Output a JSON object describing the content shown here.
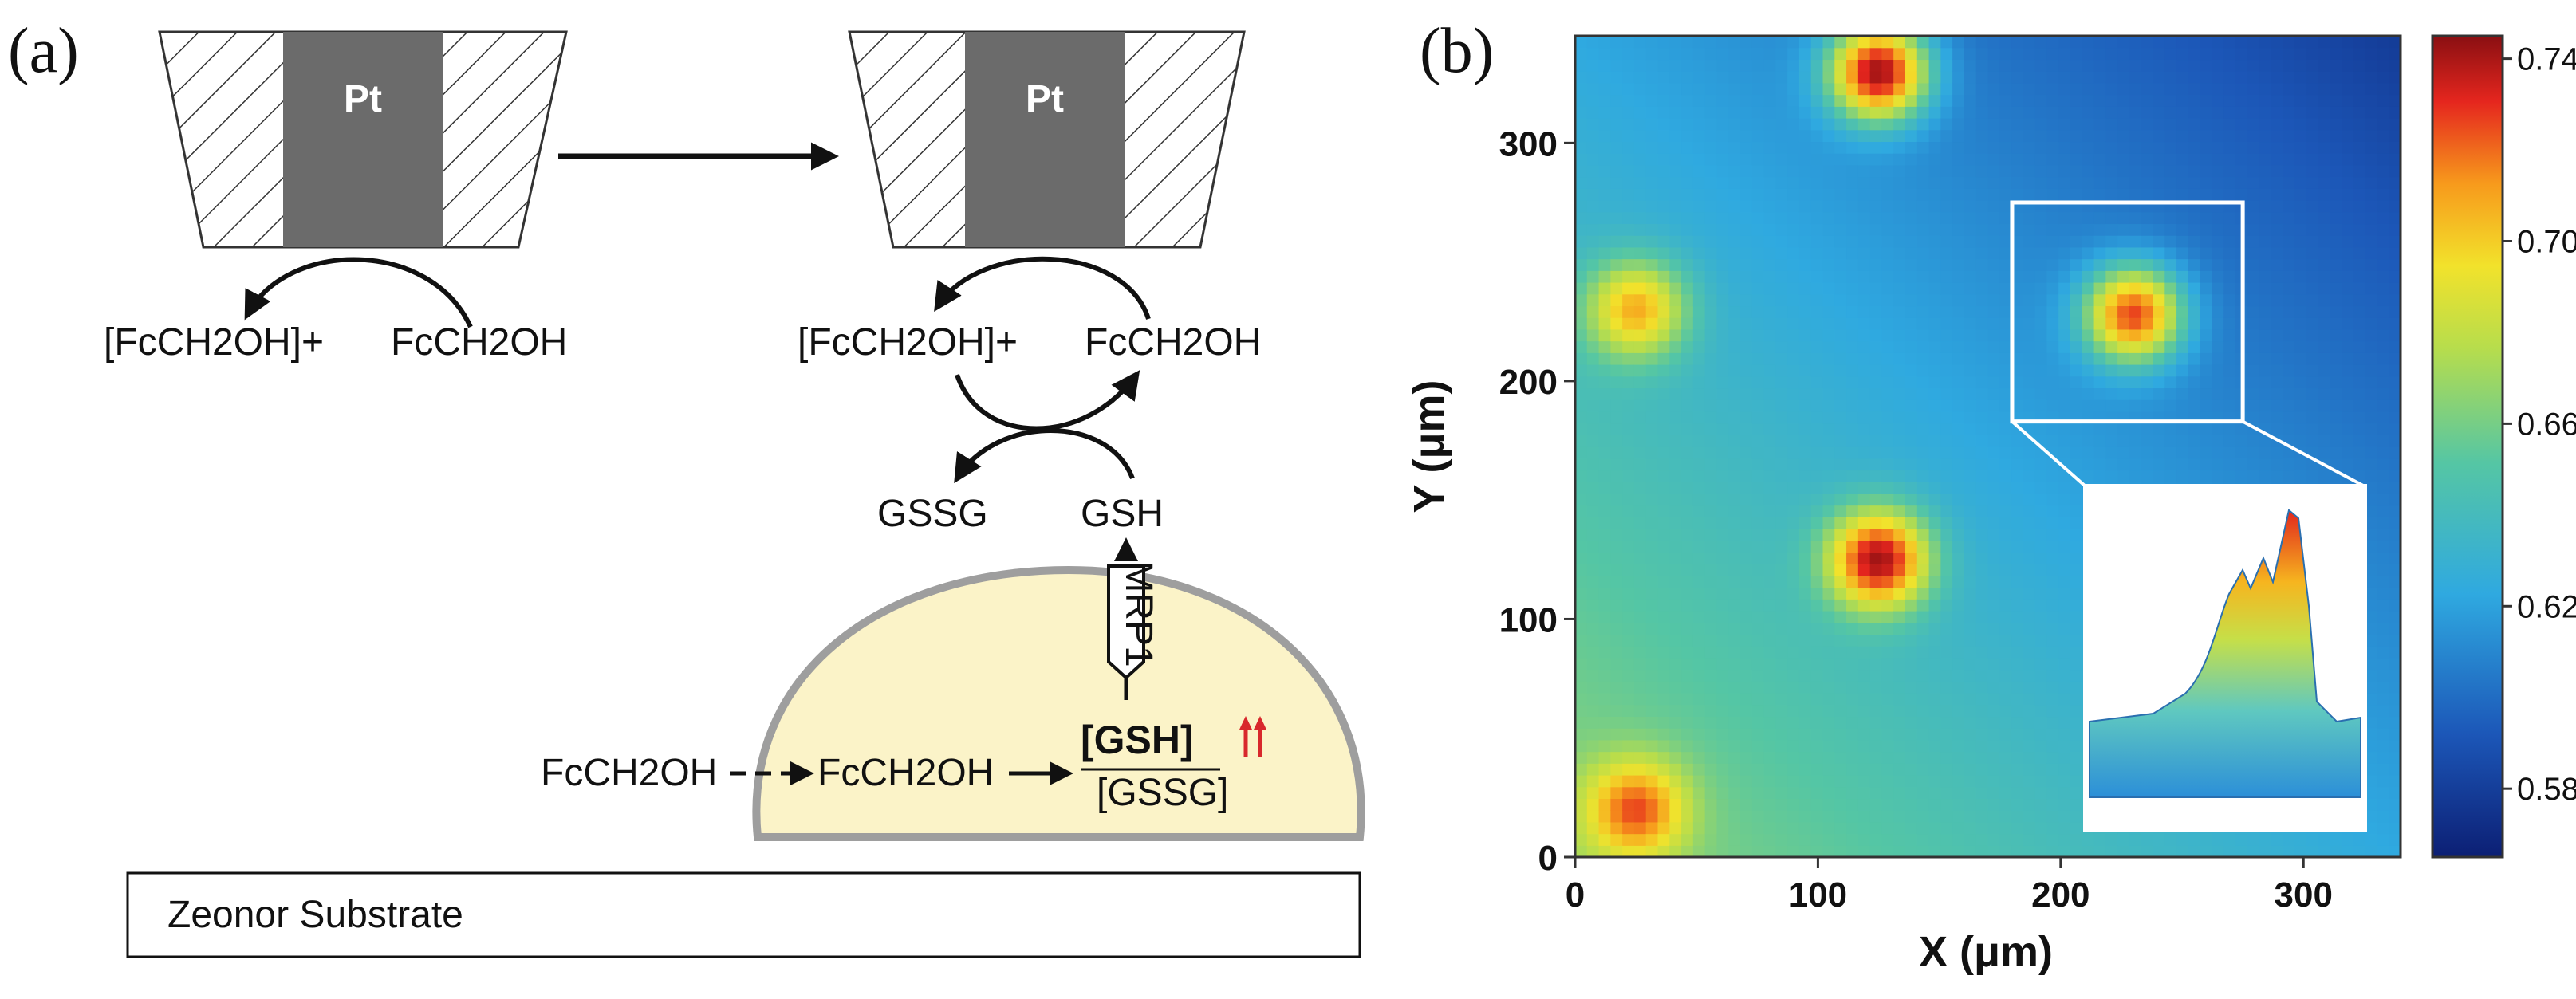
{
  "panel_a": {
    "label": "(a)",
    "electrode_left": "Pt",
    "electrode_right": "Pt",
    "oxidized_species": "[FcCH2OH]+",
    "reduced_species": "FcCH2OH",
    "gssg": "GSSG",
    "gsh": "GSH",
    "transporter": "MRP1",
    "cell_entry_outside": "FcCH2OH",
    "cell_entry_inside": "FcCH2OH",
    "ratio_numerator": "[GSH]",
    "ratio_denominator": "[GSSG]",
    "substrate": "Zeonor Substrate",
    "colors": {
      "electrode": "#6b6b6b",
      "cell_fill": "#fbf3c8",
      "cell_stroke": "#9e9e9e",
      "up_arrows": "#d8282c"
    }
  },
  "panel_b": {
    "label": "(b)",
    "x_label": "X (μm)",
    "y_label": "Y (μm)",
    "x_ticks": [
      "0",
      "100",
      "200",
      "300"
    ],
    "y_ticks": [
      "0",
      "100",
      "200",
      "300"
    ],
    "colorbar_ticks": [
      "0.74",
      "0.70",
      "0.66",
      "0.62",
      "0.58"
    ]
  },
  "chart_data": {
    "type": "heatmap",
    "title": "",
    "xlabel": "X (μm)",
    "ylabel": "Y (μm)",
    "xlim": [
      0,
      340
    ],
    "ylim": [
      0,
      345
    ],
    "colorbar_range": [
      0.565,
      0.745
    ],
    "colorbar_ticks": [
      0.74,
      0.7,
      0.66,
      0.62,
      0.58
    ],
    "background_gradient": {
      "bottom_left": 0.655,
      "top_right": 0.575
    },
    "hotspots": [
      {
        "x": 125,
        "y": 330,
        "peak": 0.74
      },
      {
        "x": 25,
        "y": 230,
        "peak": 0.7
      },
      {
        "x": 230,
        "y": 228,
        "peak": 0.72
      },
      {
        "x": 125,
        "y": 125,
        "peak": 0.74
      },
      {
        "x": 25,
        "y": 20,
        "peak": 0.72
      }
    ],
    "inset_box_x": [
      180,
      275
    ],
    "inset_box_y": [
      183,
      275
    ]
  }
}
